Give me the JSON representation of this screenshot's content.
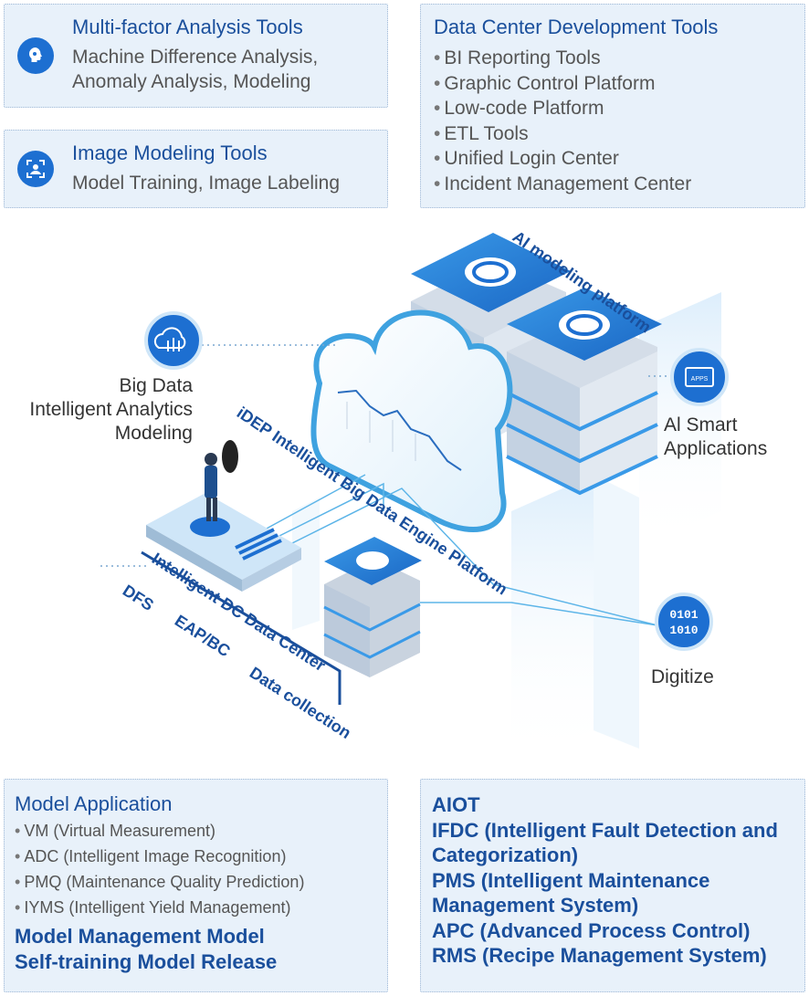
{
  "top_left_card_1": {
    "title": "Multi-factor Analysis Tools",
    "lines": [
      "Machine Difference Analysis,",
      "Anomaly Analysis, Modeling"
    ],
    "icon": "brain-icon"
  },
  "top_left_card_2": {
    "title": "Image Modeling Tools",
    "text": "Model Training, Image Labeling",
    "icon": "face-scan-icon"
  },
  "top_right_card": {
    "title": "Data Center Development Tools",
    "items": [
      "BI Reporting Tools",
      "Graphic Control Platform",
      "Low-code Platform",
      "ETL Tools",
      "Unified Login Center",
      "Incident Management Center"
    ]
  },
  "diagram": {
    "big_data_label": [
      "Big Data",
      "Intelligent Analytics",
      "Modeling"
    ],
    "ai_modeling_label": "AI modeling platform",
    "idep_label": "iDEP Intelligent Big Data Engine Platform",
    "dc_label": "Intelligent DC Data Center",
    "dfs_label": "DFS",
    "eap_label": "EAP/BC",
    "collection_label": "Data collection",
    "ai_smart_label": [
      "Al Smart",
      "Applications"
    ],
    "apps_icon_text": "APPS",
    "digitize_label": "Digitize",
    "binary_text": [
      "0101",
      "1010"
    ],
    "accent_color": "#1d6fd1"
  },
  "bottom_left_card": {
    "title": "Model Application",
    "items": [
      "VM (Virtual Measurement)",
      "ADC (Intelligent Image Recognition)",
      "PMQ (Maintenance Quality Prediction)",
      "IYMS (Intelligent Yield Management)"
    ],
    "footer": [
      "Model Management Model",
      "Self-training Model Release"
    ]
  },
  "bottom_right_card": {
    "lines": [
      "AIOT",
      "IFDC (Intelligent Fault Detection and",
      "Categorization)",
      "PMS (Intelligent Maintenance",
      "Management System)",
      "APC (Advanced Process Control)",
      "RMS (Recipe Management System)"
    ]
  }
}
